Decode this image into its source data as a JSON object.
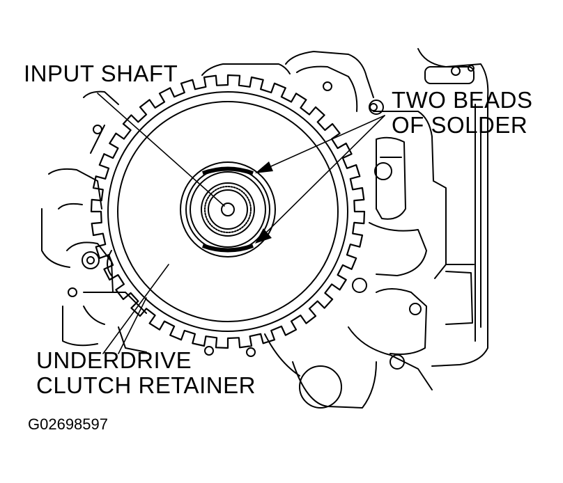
{
  "labels": {
    "input_shaft": "INPUT SHAFT",
    "two_beads_line1": "TWO BEADS",
    "two_beads_line2": "OF SOLDER",
    "underdrive_line1": "UNDERDRIVE",
    "underdrive_line2": "CLUTCH RETAINER",
    "figure_code": "G02698597"
  },
  "colors": {
    "ink": "#000000",
    "paper": "#ffffff"
  }
}
